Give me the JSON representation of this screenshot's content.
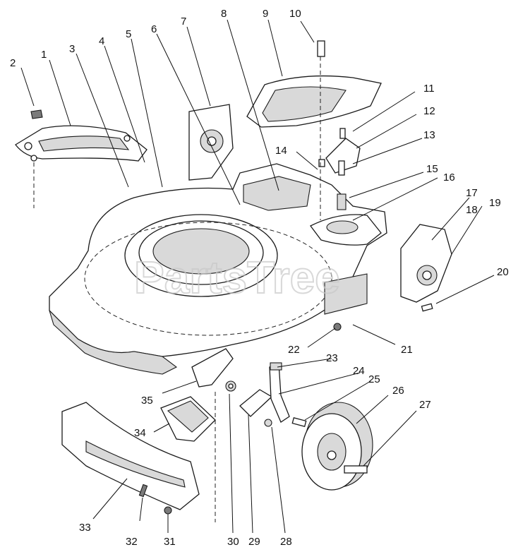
{
  "watermark": "PartsTree",
  "callouts": [
    "1",
    "2",
    "3",
    "4",
    "5",
    "6",
    "7",
    "8",
    "9",
    "10",
    "11",
    "12",
    "13",
    "14",
    "15",
    "16",
    "17",
    "18",
    "19",
    "20",
    "21",
    "22",
    "23",
    "24",
    "25",
    "26",
    "27",
    "28",
    "29",
    "30",
    "31",
    "32",
    "33",
    "34",
    "35"
  ]
}
